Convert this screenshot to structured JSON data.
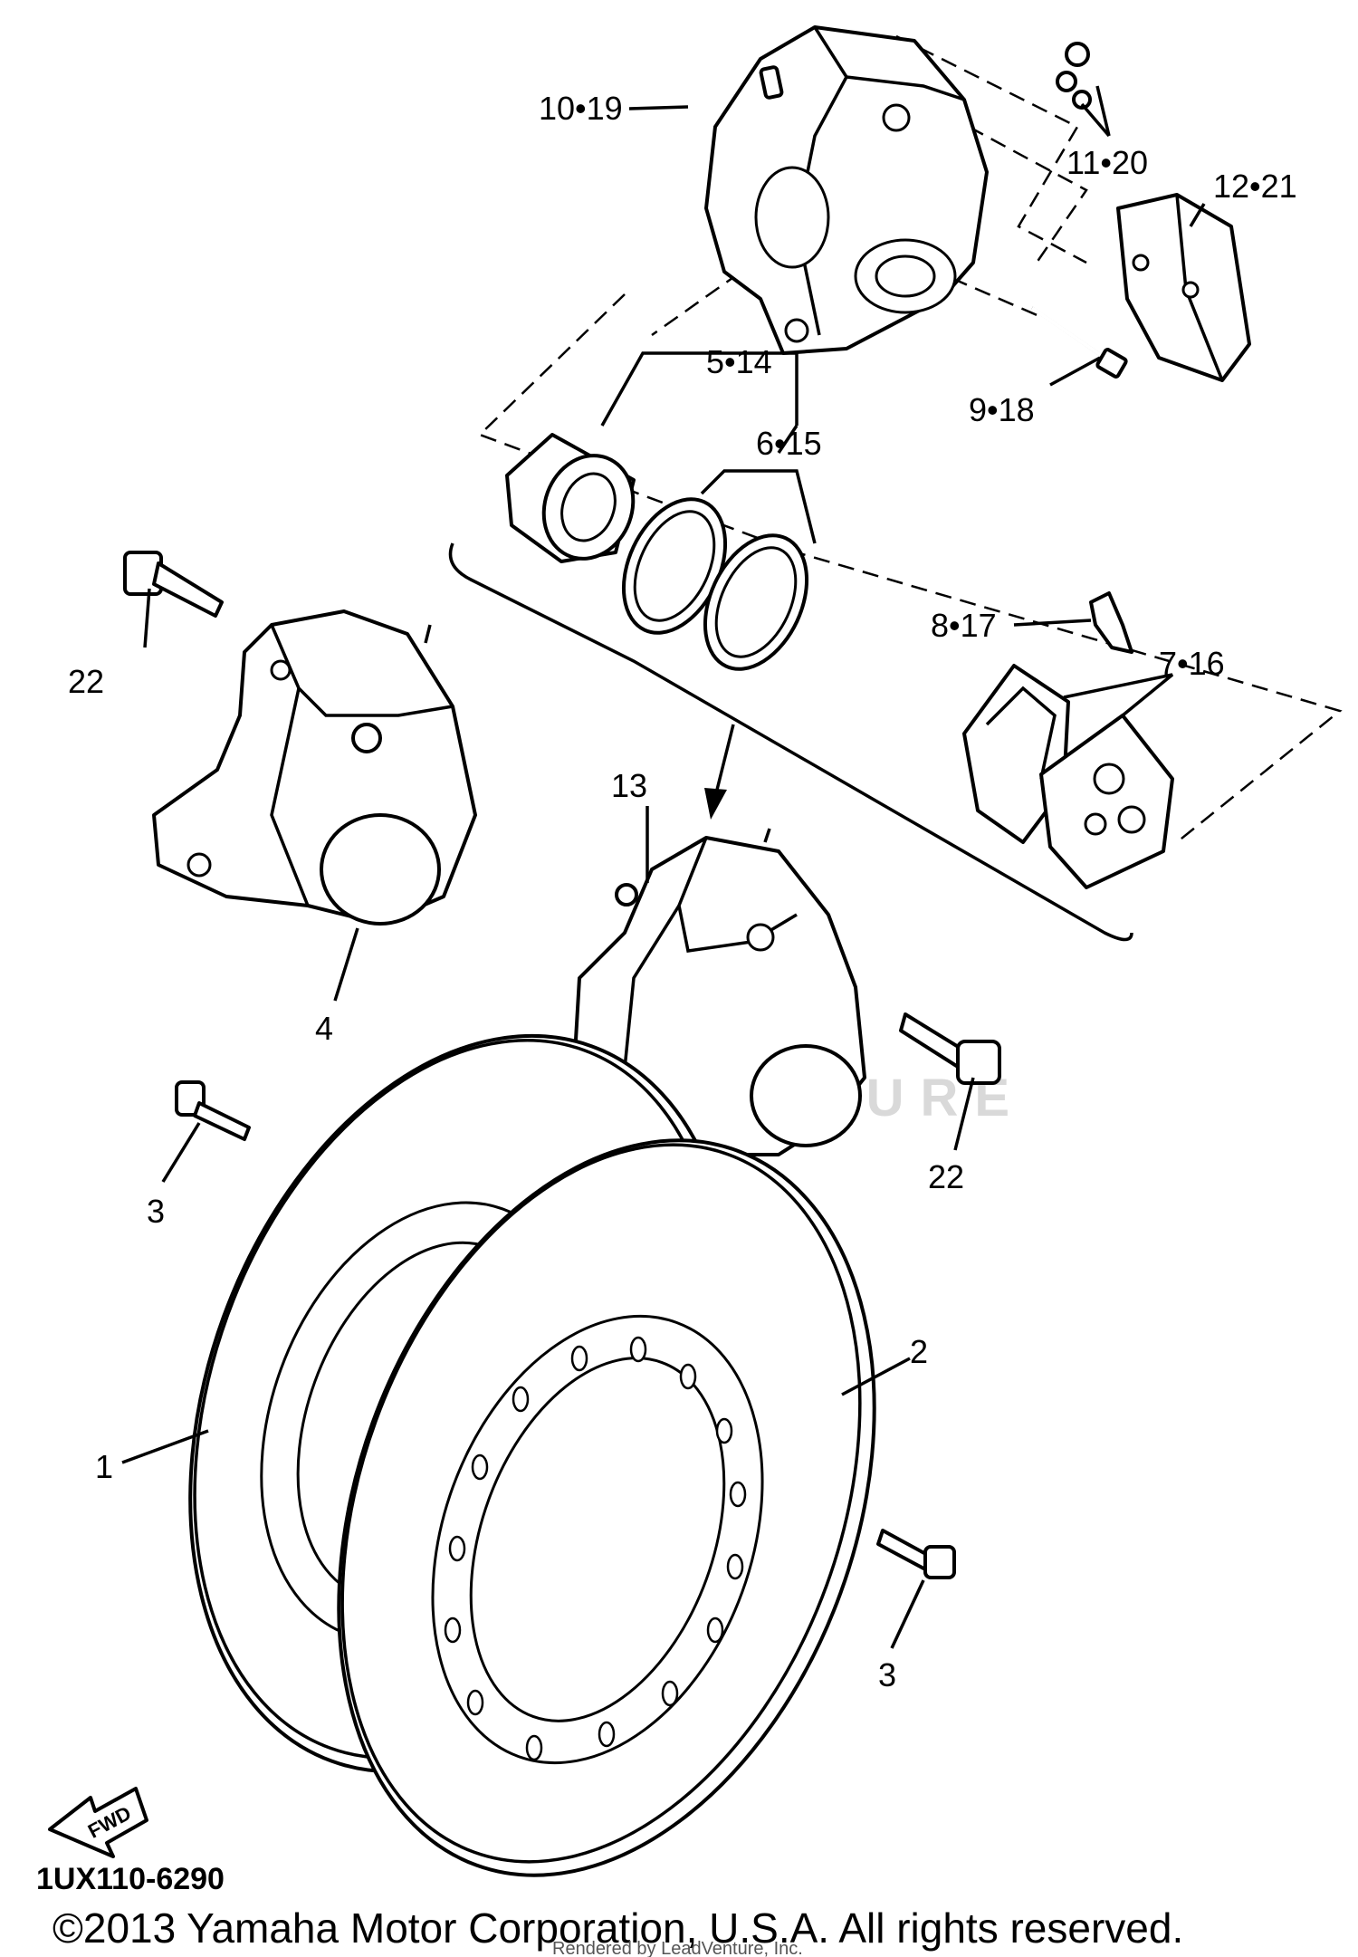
{
  "watermark": "LEADVENTURE",
  "diagram_code": "1UX110-6290",
  "fwd_label": "FWD",
  "copyright": "©2013 Yamaha Motor Corporation, U.S.A. All rights reserved.",
  "rendered_by": "Rendered by LeadVenture, Inc.",
  "callouts": {
    "c10_19": "10•19",
    "c11_20": "11•20",
    "c12_21": "12•21",
    "c5_14": "5•14",
    "c6_15": "6•15",
    "c9_18": "9•18",
    "c8_17": "8•17",
    "c7_16": "7•16",
    "c22_left": "22",
    "c22_right": "22",
    "c13": "13",
    "c4": "4",
    "c3_left": "3",
    "c3_right": "3",
    "c1": "1",
    "c2": "2"
  }
}
